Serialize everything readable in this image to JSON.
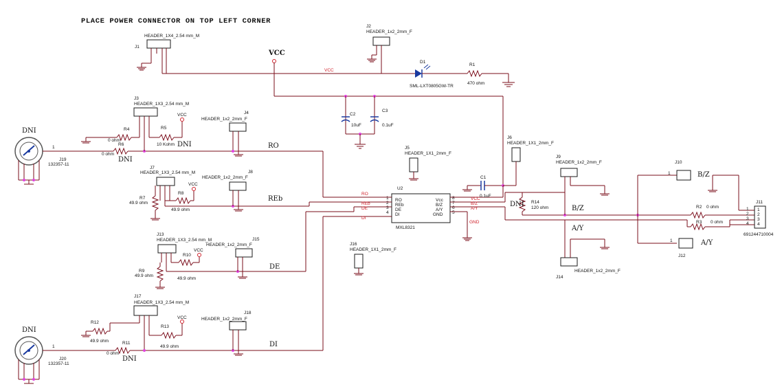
{
  "title": "PLACE POWER CONNECTOR ON TOP LEFT CORNER",
  "nets": {
    "vcc_top": "VCC",
    "vcc_wire": "VCC",
    "ro": "RO",
    "reb": "REb",
    "de": "DE",
    "di": "DI",
    "bz": "B/Z",
    "ay": "A/Y",
    "gnd": "GND",
    "vcc_u2": "VCC",
    "bz_u2": "B/Z",
    "ay_u2": "A/Y",
    "ro_u2": "RO",
    "reb_u2": "REb",
    "de_u2": "DE",
    "di_u2": "DI"
  },
  "components": {
    "J1": {
      "ref": "J1",
      "part": "HEADER_1X4_2.54 mm_M"
    },
    "J2": {
      "ref": "J2",
      "part": "HEADER_1x2_2mm_F"
    },
    "D1": {
      "ref": "D1",
      "part": "SML-LXT0805GW-TR"
    },
    "R1": {
      "ref": "R1",
      "value": "470 ohm"
    },
    "C2": {
      "ref": "C2",
      "value": "10uF"
    },
    "C3": {
      "ref": "C3",
      "value": "0.1uF"
    },
    "J3": {
      "ref": "J3",
      "part": "HEADER_1X3_2.54 mm_M"
    },
    "J4": {
      "ref": "J4",
      "part": "HEADER_1x2_2mm_F"
    },
    "R4": {
      "ref": "R4",
      "value": "0 ohm"
    },
    "R5": {
      "ref": "R5",
      "value": "10 Kohm",
      "dni": "DNI"
    },
    "R6": {
      "ref": "R6",
      "value": "0 ohm",
      "dni": "DNI"
    },
    "J19": {
      "ref": "J19",
      "part": "132357-11",
      "label": "DNI"
    },
    "J7": {
      "ref": "J7",
      "part": "HEADER_1X3_2.54 mm_M"
    },
    "J8": {
      "ref": "J8",
      "part": "HEADER_1x2_2mm_F"
    },
    "R7": {
      "ref": "R7",
      "value": "49.9 ohm"
    },
    "R8": {
      "ref": "R8",
      "value": "49.9 ohm"
    },
    "J5": {
      "ref": "J5",
      "part": "HEADER_1X1_2mm_F"
    },
    "J6": {
      "ref": "J6",
      "part": "HEADER_1X1_2mm_F"
    },
    "C1": {
      "ref": "C1",
      "value": "0.1uF"
    },
    "U2": {
      "ref": "U2",
      "part": "MXL8321",
      "pins_left": [
        "RO",
        "REb",
        "DE",
        "DI"
      ],
      "pins_right": [
        "Vcc",
        "B/Z",
        "A/Y",
        "GND"
      ],
      "num_left": [
        "1",
        "2",
        "3",
        "4"
      ],
      "num_right": [
        "8",
        "7",
        "6",
        "5"
      ]
    },
    "R14": {
      "ref": "R14",
      "value": "120 ohm",
      "dni": "DNI"
    },
    "J9": {
      "ref": "J9",
      "part": "HEADER_1x2_2mm_F"
    },
    "J14": {
      "ref": "J14",
      "part": "HEADER_1x2_2mm_F"
    },
    "J10": {
      "ref": "J10"
    },
    "J12": {
      "ref": "J12"
    },
    "R2": {
      "ref": "R2",
      "value": "0 ohm"
    },
    "R3": {
      "ref": "R3",
      "value": "0 ohm"
    },
    "J11": {
      "ref": "J11",
      "part": "691244710004",
      "pins": [
        "1",
        "2",
        "3",
        "4"
      ]
    },
    "J13": {
      "ref": "J13",
      "part": "HEADER_1X3_2.54 mm_M"
    },
    "J15": {
      "ref": "J15",
      "part": "HEADER_1x2_2mm_F"
    },
    "R9": {
      "ref": "R9",
      "value": "49.9 ohm"
    },
    "R10": {
      "ref": "R10",
      "value": "49.9 ohm"
    },
    "J16": {
      "ref": "J16",
      "part": "HEADER_1X1_2mm_F"
    },
    "J17": {
      "ref": "J17",
      "part": "HEADER_1X3_2.54 mm_M"
    },
    "J18": {
      "ref": "J18",
      "part": "HEADER_1x2_2mm_F"
    },
    "R12": {
      "ref": "R12",
      "value": "49.9 ohm"
    },
    "R13": {
      "ref": "R13",
      "value": "49.9 ohm"
    },
    "R11": {
      "ref": "R11",
      "value": "0 ohm",
      "dni": "DNI"
    },
    "J20": {
      "ref": "J20",
      "part": "132357-11",
      "label": "DNI"
    }
  },
  "power_labels": {
    "vcc": "VCC"
  },
  "pin_one": "1"
}
